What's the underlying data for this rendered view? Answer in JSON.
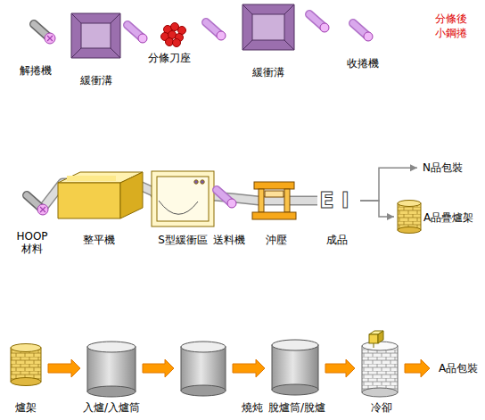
{
  "diagram": {
    "nodes": [
      {
        "text": [
          "解捲機"
        ]
      },
      {
        "text": [
          "緩衝溝"
        ]
      },
      {
        "text": [
          "分條刀座"
        ]
      },
      {
        "text": [
          "緩衝溝"
        ]
      },
      {
        "text": [
          "收捲機"
        ]
      },
      {
        "text": [
          "HOOP 材料"
        ]
      },
      {
        "text": [
          "整平機"
        ]
      },
      {
        "text": [
          "S型緩衝區"
        ]
      },
      {
        "text": [
          "送料機"
        ]
      },
      {
        "text": [
          "沖壓"
        ]
      },
      {
        "text": [
          "EI",
          "成品"
        ]
      },
      {
        "text": [
          "N品包裝"
        ]
      },
      {
        "text": [
          "A品疊爐架"
        ]
      },
      {
        "text": [
          "爐架"
        ]
      },
      {
        "text": [
          "入爐/入爐筒"
        ]
      },
      {
        "text": [
          "燒炖"
        ]
      },
      {
        "text": [
          "脫爐筒/脫爐"
        ]
      },
      {
        "text": [
          "冷卻"
        ]
      },
      {
        "text": [
          "A品包裝"
        ]
      }
    ],
    "edges": [
      {
        "from": 10,
        "to": 11,
        "arrow": "to"
      },
      {
        "from": 10,
        "to": 12,
        "arrow": "to"
      },
      {
        "from": 13,
        "to": 14,
        "arrow": "to"
      },
      {
        "from": 14,
        "to": 15,
        "arrow": "to"
      },
      {
        "from": 15,
        "to": 16,
        "arrow": "to"
      },
      {
        "from": 16,
        "to": 17,
        "arrow": "to"
      },
      {
        "from": 17,
        "to": 18,
        "arrow": "to"
      }
    ],
    "labels": [
      "分條後 小鋼捲"
    ]
  }
}
